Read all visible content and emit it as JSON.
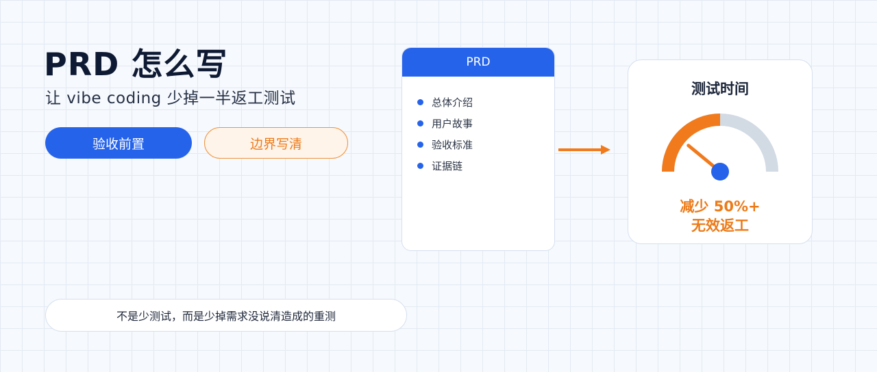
{
  "hero": {
    "title": "PRD 怎么写",
    "subtitle": "让 vibe coding 少掉一半返工测试"
  },
  "buttons": {
    "primary_label": "验收前置",
    "secondary_label": "边界写清"
  },
  "prd_card": {
    "header": "PRD",
    "items": [
      {
        "label": "总体介绍"
      },
      {
        "label": "用户故事"
      },
      {
        "label": "验收标准"
      },
      {
        "label": "证据链"
      }
    ]
  },
  "gauge_card": {
    "title": "测试时间",
    "result_line1": "减少 50%+",
    "result_line2": "无效返工",
    "reduction_fraction": 0.5
  },
  "footer": {
    "note": "不是少测试，而是少掉需求没说清造成的重测"
  },
  "colors": {
    "accent_blue": "#2563eb",
    "accent_orange": "#f07a1c",
    "gauge_track": "#d2dae4"
  }
}
